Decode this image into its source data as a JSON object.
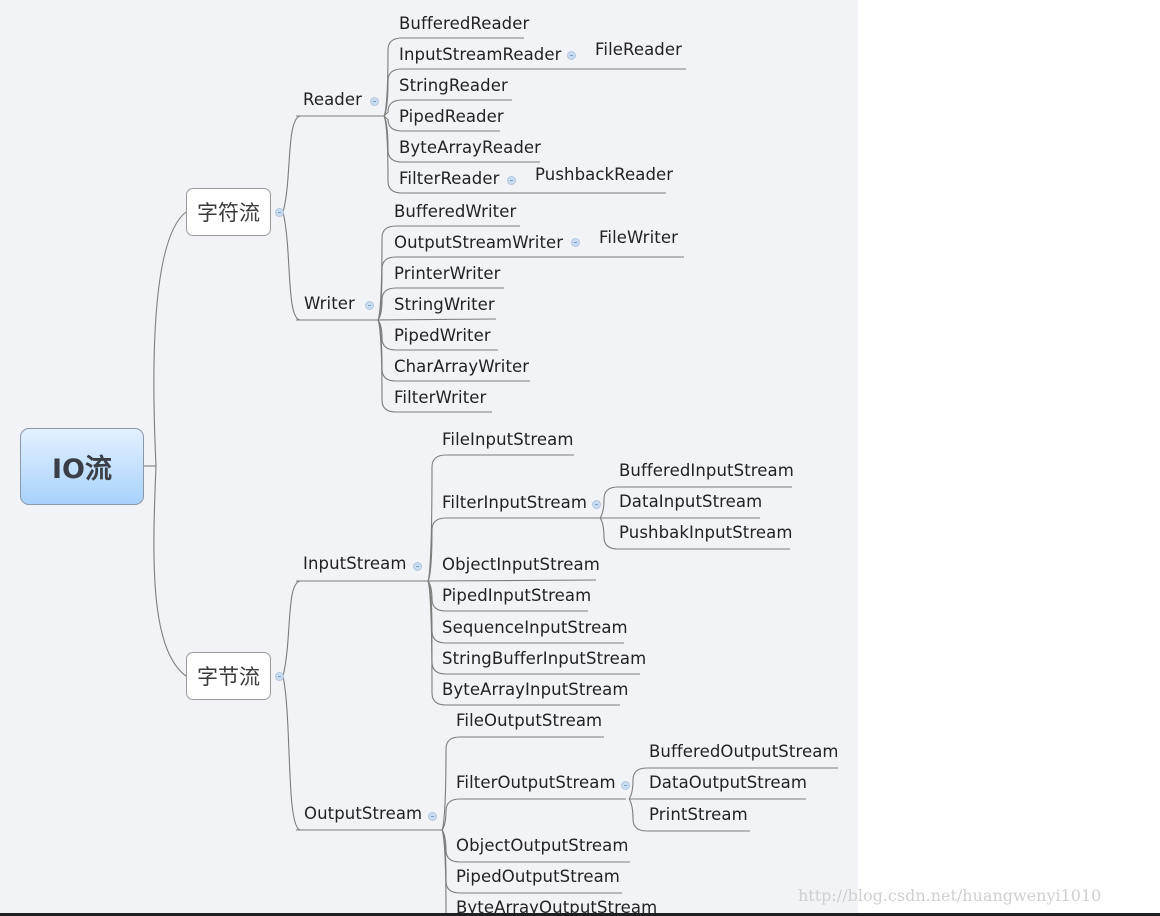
{
  "mindmap": {
    "root": "IO流",
    "char_stream": {
      "label": "字符流",
      "reader": {
        "label": "Reader",
        "children": [
          "BufferedReader",
          "InputStreamReader",
          "StringReader",
          "PipedReader",
          "ByteArrayReader",
          "FilterReader"
        ],
        "input_stream_reader_child": "FileReader",
        "filter_reader_child": "PushbackReader"
      },
      "writer": {
        "label": "Writer",
        "children": [
          "BufferedWriter",
          "OutputStreamWriter",
          "PrinterWriter",
          "StringWriter",
          "PipedWriter",
          "CharArrayWriter",
          "FilterWriter"
        ],
        "output_stream_writer_child": "FileWriter"
      }
    },
    "byte_stream": {
      "label": "字节流",
      "input_stream": {
        "label": "InputStream",
        "children": [
          "FileInputStream",
          "FilterInputStream",
          "ObjectInputStream",
          "PipedInputStream",
          "SequenceInputStream",
          "StringBufferInputStream",
          "ByteArrayInputStream"
        ],
        "filter_children": [
          "BufferedInputStream",
          "DataInputStream",
          "PushbakInputStream"
        ]
      },
      "output_stream": {
        "label": "OutputStream",
        "children": [
          "FileOutputStream",
          "FilterOutputStream",
          "ObjectOutputStream",
          "PipedOutputStream",
          "ByteArrayOutputStream"
        ],
        "filter_children": [
          "BufferedOutputStream",
          "DataOutputStream",
          "PrintStream"
        ]
      }
    }
  },
  "watermark": "http://blog.csdn.net/huangwenyi1010",
  "colors": {
    "canvas": "#f2f3f7",
    "line": "#7d7d7d",
    "root_gradient_top": "#e3f1ff",
    "root_gradient_bottom": "#a8d2fb",
    "toggle": "#c9dbef"
  }
}
